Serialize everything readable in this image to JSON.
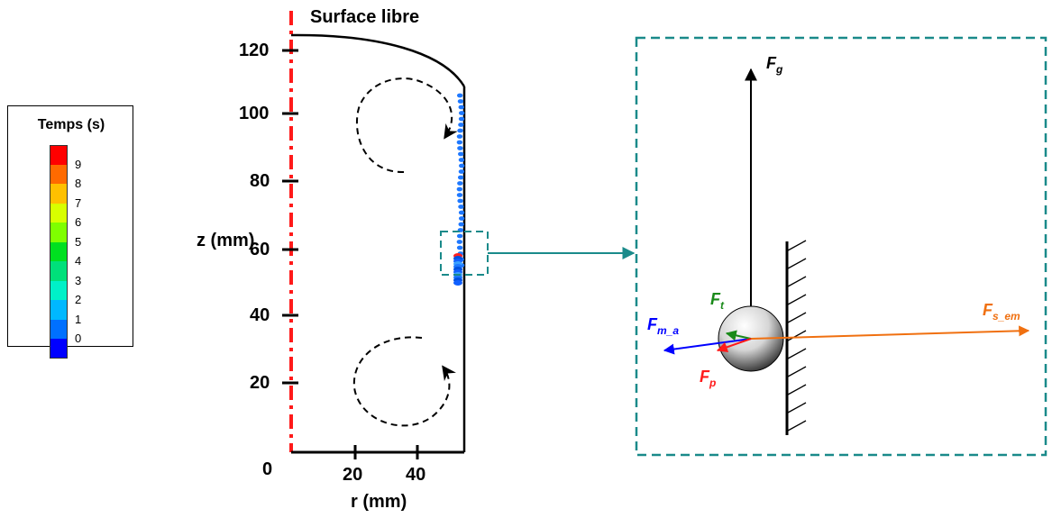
{
  "free_surface_label": "Surface libre",
  "y_axis": {
    "label": "z (mm)",
    "ticks": [
      "120",
      "100",
      "80",
      "60",
      "40",
      "20"
    ],
    "tick_values": [
      120,
      100,
      80,
      60,
      40,
      20
    ],
    "zero_label": "0"
  },
  "x_axis": {
    "label": "r (mm)",
    "ticks": [
      "20",
      "40"
    ],
    "tick_values": [
      20,
      40
    ]
  },
  "legend": {
    "title": "Temps (s)",
    "labels": [
      "9",
      "8",
      "7",
      "6",
      "5",
      "4",
      "3",
      "2",
      "1",
      "0"
    ],
    "colors": [
      "#ff0000",
      "#ff6a00",
      "#ffc000",
      "#d8ff00",
      "#7fff00",
      "#00e020",
      "#00e07a",
      "#00f0c8",
      "#00b8ff",
      "#0070ff",
      "#0000ff"
    ]
  },
  "forces": {
    "g": {
      "base": "F",
      "sub": "g",
      "color": "#000000"
    },
    "t": {
      "base": "F",
      "sub": "t",
      "color": "#1a8a1a"
    },
    "m_a": {
      "base": "F",
      "sub": "m_a",
      "color": "#0000ff"
    },
    "p": {
      "base": "F",
      "sub": "p",
      "color": "#ff1a1a"
    },
    "s_em": {
      "base": "F",
      "sub": "s_em",
      "color": "#f07010"
    }
  },
  "colors": {
    "axis_of_symmetry": "#ff1a1a",
    "zoom_frame": "#1a8a8a",
    "trajectory": "#1e78ff"
  }
}
